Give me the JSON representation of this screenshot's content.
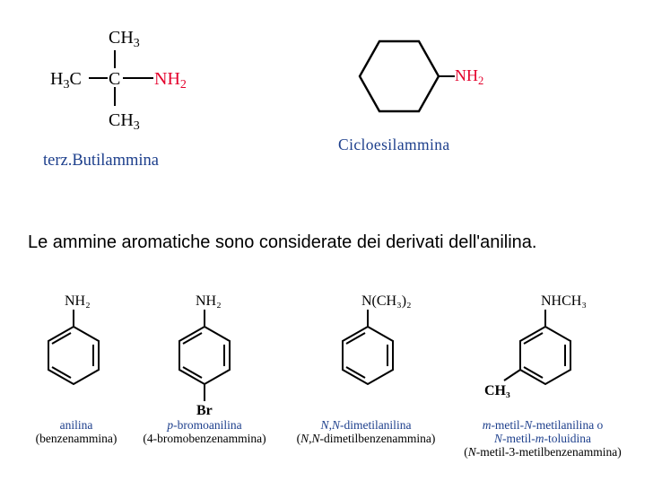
{
  "top": {
    "tbutyl": {
      "ch3_top": "CH",
      "ch3_top_sub": "3",
      "h3c_left": "H",
      "h3c_left_sub": "3",
      "h3c_left_c": "C",
      "center_c": "C",
      "nh2": "NH",
      "nh2_sub": "2",
      "ch3_bottom": "CH",
      "ch3_bottom_sub": "3",
      "name": "terz.Butilammina"
    },
    "cyclohexyl": {
      "nh2": "NH",
      "nh2_sub": "2",
      "name": "Cicloesilammina"
    }
  },
  "sentence": "Le ammine aromatiche sono considerate dei derivati dell'anilina.",
  "aromatics": [
    {
      "group": "NH₂",
      "name_line1": "anilina",
      "name_line2": "(benzenammina)"
    },
    {
      "group": "NH₂",
      "sub_group": "Br",
      "name_line1_prefix": "p",
      "name_line1_rest": "-bromoanilina",
      "name_line2": "(4-bromobenzenammina)"
    },
    {
      "group": "N(CH₃)₂",
      "name_line1_it1": "N",
      "name_line1_mid": ",",
      "name_line1_it2": "N",
      "name_line1_rest": "-dimetilanilina",
      "name_line2_open": "(",
      "name_line2_it1": "N",
      "name_line2_mid": ",",
      "name_line2_it2": "N",
      "name_line2_rest": "-dimetilbenzenammina)"
    },
    {
      "group": "NHCH₃",
      "sub_group": "CH₃",
      "l1_it1": "m",
      "l1_a": "-metil-",
      "l1_it2": "N",
      "l1_b": "-metilanilina o",
      "l2_it1": "N",
      "l2_a": "-metil-",
      "l2_it2": "m",
      "l2_b": "-toluidina",
      "l3_open": "(",
      "l3_it1": "N",
      "l3_b": "-metil-3-metilbenzenammina)"
    }
  ]
}
